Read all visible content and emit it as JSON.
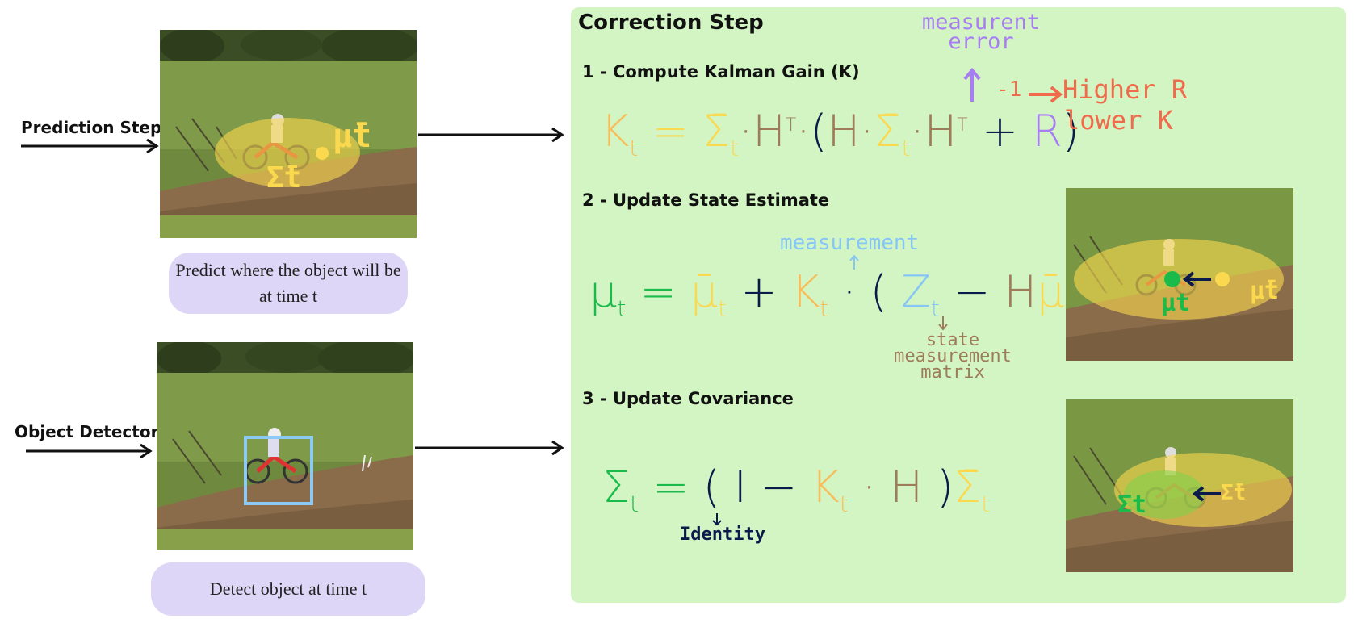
{
  "prediction": {
    "label": "Prediction Step",
    "caption": "Predict where the object will be at time t",
    "sigma_bar_label": "Σ̄t",
    "mu_bar_label": "μ̄t"
  },
  "detector": {
    "label": "Object Detector",
    "caption": "Detect object at time t"
  },
  "correction": {
    "title": "Correction Step",
    "step1": {
      "title": "1 - Compute Kalman Gain (K)",
      "annotation_top": "measurent error",
      "exponent": "-1",
      "note_line1": "Higher R",
      "note_line2": "lower K"
    },
    "step2": {
      "title": "2 - Update State Estimate",
      "annotation_measurement": "measurement",
      "annotation_matrix": "state measurement matrix",
      "img_mu_label": "μt",
      "img_mu_bar_label": "μ̄t"
    },
    "step3": {
      "title": "3 - Update Covariance",
      "annotation_identity": "Identity",
      "img_sigma_label": "Σt",
      "img_sigma_bar_label": "Σ̄t"
    }
  },
  "colors": {
    "panel_bg": "#d3f5c4",
    "caption_bg": "#ddd6f7",
    "yellow": "#fbd94e",
    "orange": "#f8bd5b",
    "navy": "#0c1a4b",
    "purple": "#a87df2",
    "blue": "#86c6f7",
    "green": "#1bbb4b",
    "brown": "#9f7c59",
    "red": "#f06b4c",
    "bbox": "#8ccaf5"
  }
}
